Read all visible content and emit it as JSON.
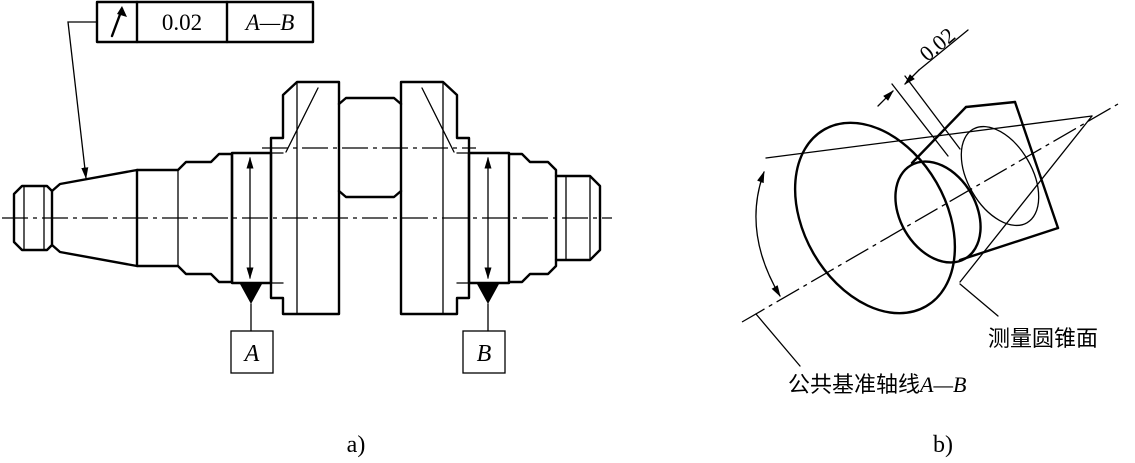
{
  "figure_a": {
    "caption": "a)",
    "tolerance_frame": {
      "value": "0.02",
      "datum_reference": "A—B"
    },
    "datum_left": "A",
    "datum_right": "B"
  },
  "figure_b": {
    "caption": "b)",
    "tolerance_value": "0.02",
    "label_cone": "测量圆锥面",
    "label_axis_prefix": "公共基准轴线",
    "label_axis_ref": "A—B"
  }
}
